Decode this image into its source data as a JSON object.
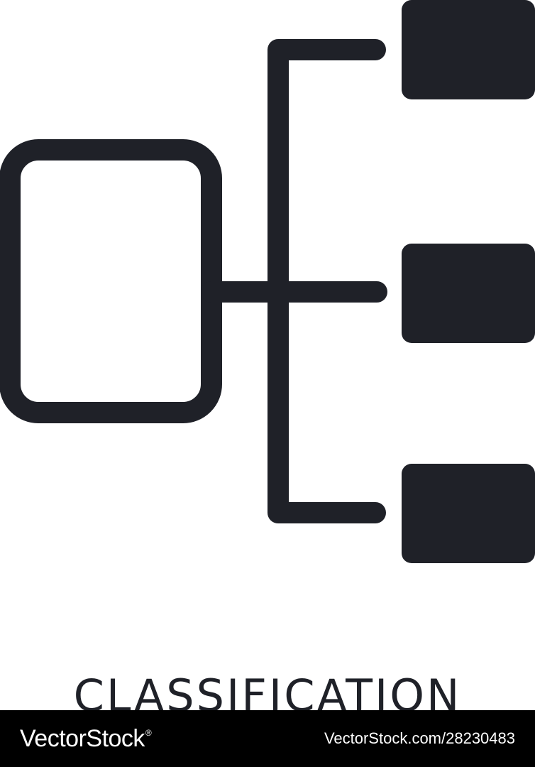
{
  "icon": {
    "name": "classification-icon",
    "color": "#1f2128",
    "parent_node": "outlined-rounded-rectangle",
    "child_nodes": [
      "filled-square",
      "filled-square",
      "filled-square"
    ]
  },
  "caption": "CLASSIFICATION",
  "footer": {
    "background": "#000000",
    "brand": "VectorStock",
    "brand_mark": "®",
    "image_id": "VectorStock.com/28230483"
  }
}
